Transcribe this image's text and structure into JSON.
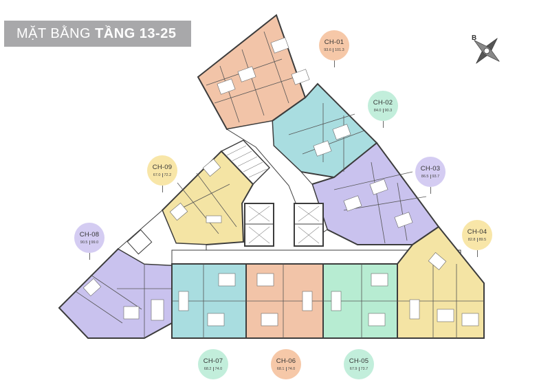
{
  "title": {
    "prefix": "MẶT BẰNG",
    "bold": "TẦNG 13-25"
  },
  "compass": {
    "letter": "B"
  },
  "colors": {
    "ch01": "#f2c4a8",
    "ch02": "#a9dde0",
    "ch03": "#c9c2ee",
    "ch04": "#f4e4a4",
    "ch05": "#b7ecd2",
    "ch06": "#f2c4a8",
    "ch07": "#a9dde0",
    "ch08": "#c9c2ee",
    "ch09": "#f4e4a4",
    "core": "#ffffff",
    "wall": "#3c3c3c"
  },
  "units": [
    {
      "code": "CH-01",
      "a1": "93.6",
      "a2": "101.3",
      "color": "#f6c8a8"
    },
    {
      "code": "CH-02",
      "a1": "84.0",
      "a2": "90.3",
      "color": "#c2eedb"
    },
    {
      "code": "CH-03",
      "a1": "86.5",
      "a2": "93.7",
      "color": "#d4ccf2"
    },
    {
      "code": "CH-04",
      "a1": "82.8",
      "a2": "89.5",
      "color": "#f8e6a8"
    },
    {
      "code": "CH-05",
      "a1": "67.9",
      "a2": "73.7",
      "color": "#c2eedb"
    },
    {
      "code": "CH-06",
      "a1": "68.1",
      "a2": "74.0",
      "color": "#f6c8a8"
    },
    {
      "code": "CH-07",
      "a1": "68.2",
      "a2": "74.0",
      "color": "#c2eedb"
    },
    {
      "code": "CH-08",
      "a1": "90.5",
      "a2": "99.0",
      "color": "#d4ccf2"
    },
    {
      "code": "CH-09",
      "a1": "67.0",
      "a2": "72.2",
      "color": "#f8e6a8"
    }
  ]
}
